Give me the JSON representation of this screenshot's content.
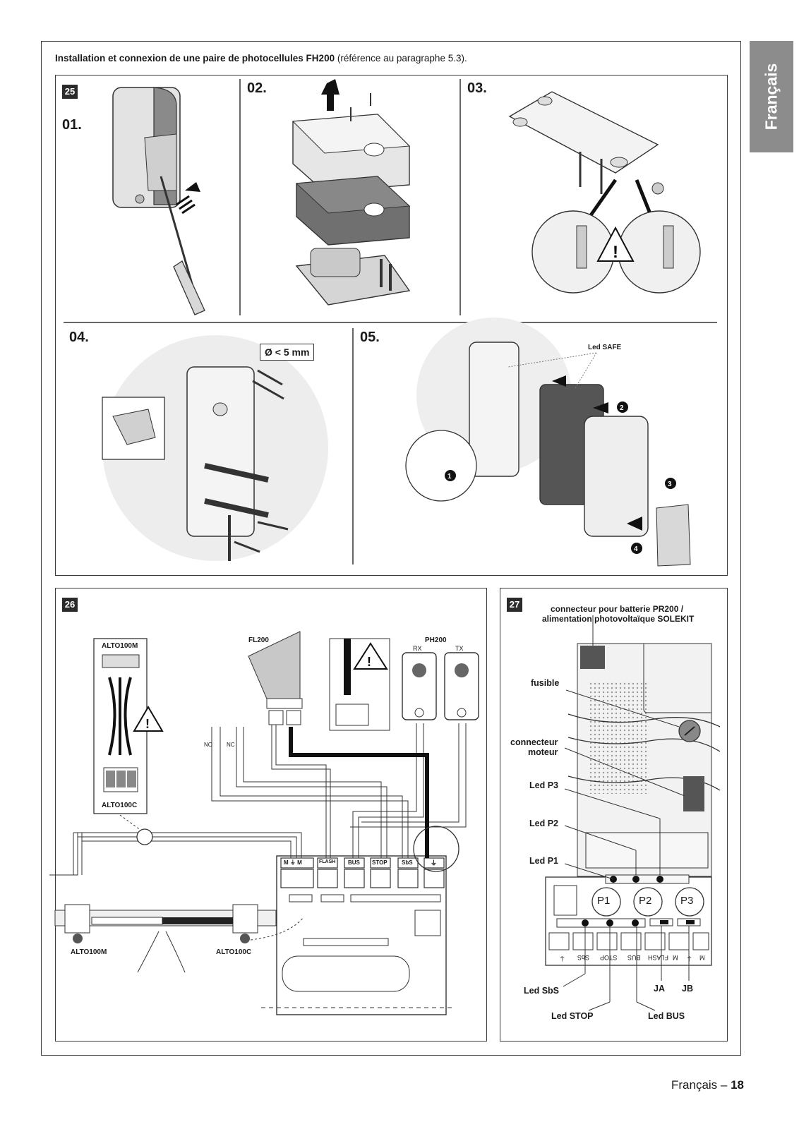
{
  "side_tab": {
    "label": "Français"
  },
  "header": {
    "title_bold": "Installation et connexion de une paire de photocellules FH200",
    "title_rest": " (référence au paragraphe 5.3)."
  },
  "figure25": {
    "number": "25",
    "steps": [
      "01.",
      "02.",
      "03.",
      "04.",
      "05."
    ],
    "hole_label": "Ø < 5 mm",
    "led_safe": "Led SAFE",
    "callouts": [
      "1",
      "2",
      "3",
      "4"
    ]
  },
  "figure26": {
    "number": "26",
    "alto100m_top": "ALTO100M",
    "alto100c_label": "ALTO100C",
    "fl200": "FL200",
    "ph200": "PH200",
    "rx": "RX",
    "tx": "TX",
    "no": "NO",
    "nc": "NC",
    "terminals": [
      "M ⏚ M",
      "FLASH",
      "BUS",
      "STOP",
      "SbS",
      "⏚"
    ],
    "motor_left": "ALTO100M",
    "motor_right": "ALTO100C"
  },
  "figure27": {
    "number": "27",
    "connector_label_line1": "connecteur pour batterie PR200 /",
    "connector_label_line2": "alimentation photovoltaïque SOLEKIT",
    "fusible": "fusible",
    "motor_connector_line1": "connecteur",
    "motor_connector_line2": "moteur",
    "led_p3": "Led P3",
    "led_p2": "Led P2",
    "led_p1": "Led P1",
    "buttons": [
      "P1",
      "P2",
      "P3"
    ],
    "terminal_labels": [
      "⏚",
      "SbS",
      "STOP",
      "BUS",
      "FLASH",
      "M",
      "⏚",
      "M"
    ],
    "led_sbs": "Led SbS",
    "led_stop": "Led STOP",
    "led_bus": "Led BUS",
    "ja": "JA",
    "jb": "JB"
  },
  "footer": {
    "lang": "Français",
    "sep": " – ",
    "page": "18"
  }
}
